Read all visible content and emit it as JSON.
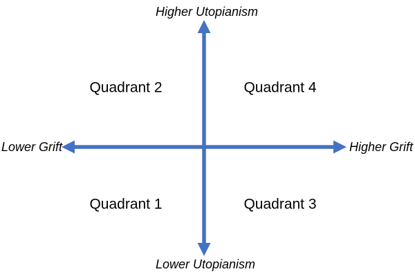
{
  "colors": {
    "axis": "#4472C4",
    "text": "#000000",
    "background": "#FFFFFF"
  },
  "axes": {
    "vertical": {
      "top_label": "Higher Utopianism",
      "bottom_label": "Lower Utopianism"
    },
    "horizontal": {
      "left_label": "Lower Grift",
      "right_label": "Higher Grift"
    }
  },
  "quadrants": [
    {
      "label": "Quadrant 2",
      "position": "top-left"
    },
    {
      "label": "Quadrant 4",
      "position": "top-right"
    },
    {
      "label": "Quadrant 1",
      "position": "bottom-left"
    },
    {
      "label": "Quadrant 3",
      "position": "bottom-right"
    }
  ]
}
